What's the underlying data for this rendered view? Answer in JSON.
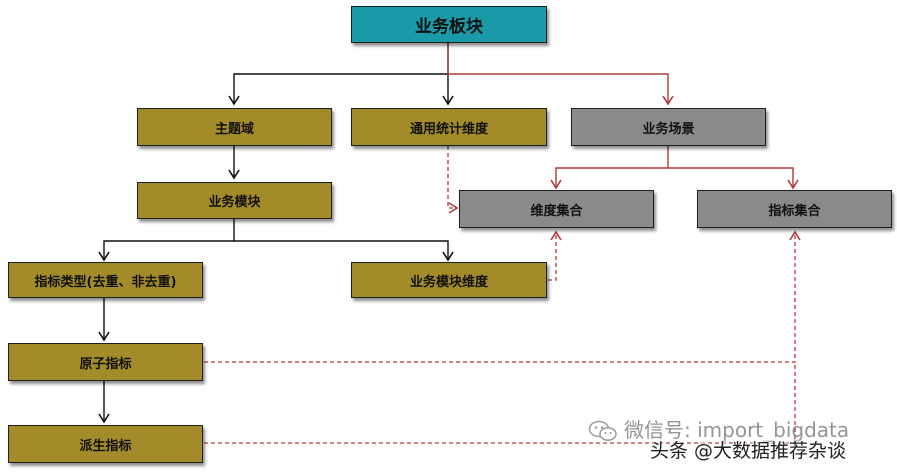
{
  "nodes": {
    "business_block": "业务板块",
    "subject_domain": "主题域",
    "general_stat_dimension": "通用统计维度",
    "business_scenario": "业务场景",
    "business_module": "业务模块",
    "dimension_set": "维度集合",
    "metric_set": "指标集合",
    "metric_type": "指标类型(去重、非去重)",
    "business_module_dimension": "业务模块维度",
    "atomic_metric": "原子指标",
    "derived_metric": "派生指标"
  },
  "watermark": {
    "wechat": "微信号: import_bigdata",
    "source": "头条 @大数据推荐杂谈"
  },
  "colors": {
    "root_fill": "#1a9aa8",
    "olive_fill": "#a38b2a",
    "gray_fill": "#8a8a8a",
    "solid_connector": "#111111",
    "red_connector": "#b03a3a"
  },
  "icons": [
    "wechat-icon"
  ]
}
